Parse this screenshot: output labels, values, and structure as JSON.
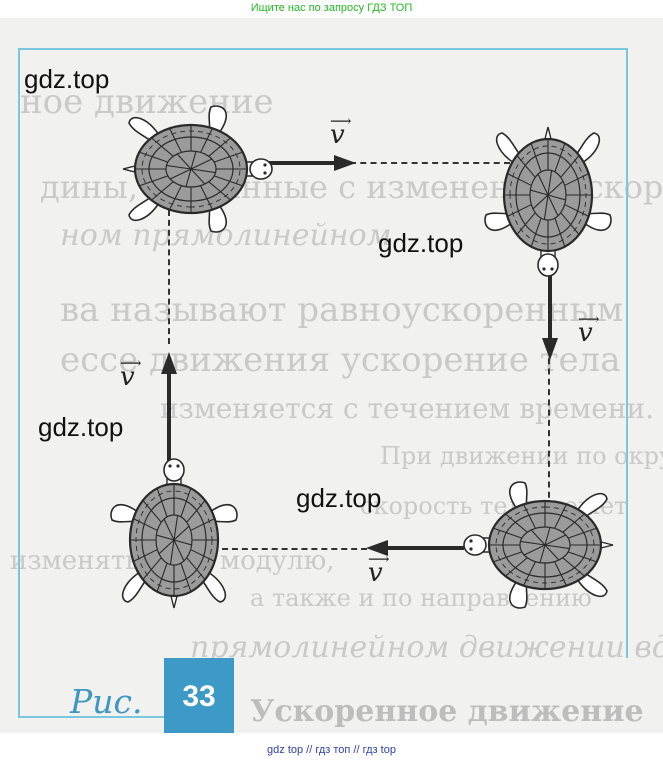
{
  "banner": {
    "text": "Ищите нас по запросу ГДЗ ТОП"
  },
  "watermarks": [
    "gdz.top",
    "gdz.top",
    "gdz.top",
    "gdz.top"
  ],
  "velocity_symbol": "v",
  "caption": {
    "prefix": "Рис.",
    "number": "33"
  },
  "footer": {
    "text": "gdz top  //  гдз топ  //  гдз top"
  },
  "background_text": [
    "ное движение",
    "дины, связанные с изменением скорости,",
    "ном прямолинейном",
    "ва называют равноускоренным",
    "ессе движения ускорение тела",
    "изменяется с течением времени.",
    "При движении по окружности",
    "скорость тела может",
    "изменяться по модулю,",
    "а также и по направлению",
    "прямолинейном движении вдоль",
    "Ускоренное движение"
  ],
  "colors": {
    "accent": "#3d9ac6",
    "frame": "#78c7dd",
    "banner": "#25b825",
    "footer": "#2f3fa8"
  }
}
